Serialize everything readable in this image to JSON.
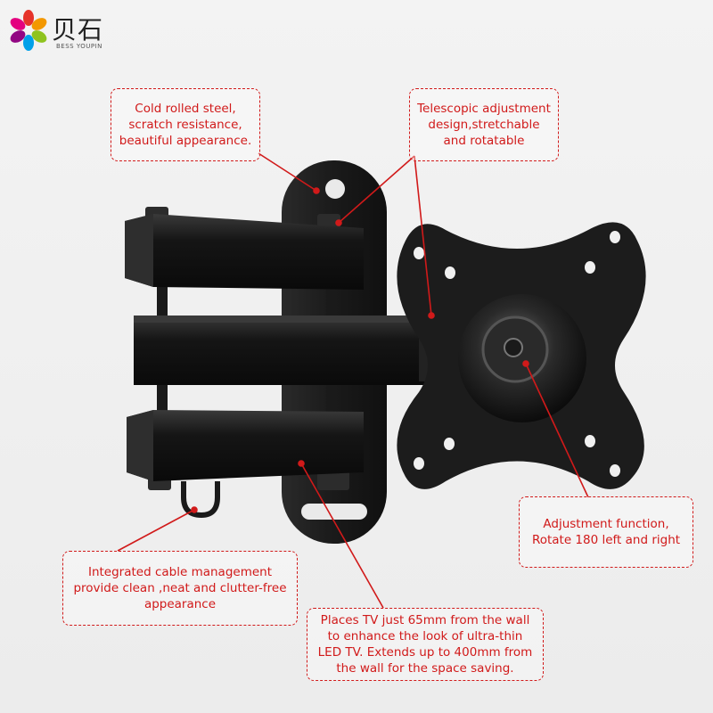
{
  "brand": {
    "name_cn": "贝石",
    "name_en": "BESS YOUPIN",
    "logo_colors": [
      "#e6332a",
      "#f39800",
      "#8fc31f",
      "#00a0e9",
      "#920783",
      "#e4007f"
    ]
  },
  "callouts": {
    "steel": {
      "lines": [
        "Cold rolled steel,",
        "scratch resistance,",
        "beautiful appearance."
      ]
    },
    "telescopic": {
      "lines": [
        "Telescopic adjustment",
        "design,stretchable",
        "and rotatable"
      ]
    },
    "adjustment": {
      "lines": [
        "Adjustment function,",
        "Rotate 180 left and right"
      ]
    },
    "cable": {
      "lines": [
        "Integrated cable management",
        "provide clean ,neat and clutter-free",
        "appearance"
      ]
    },
    "distance": {
      "lines": [
        "Places TV just 65mm from the wall",
        "to enhance the look of ultra-thin",
        "LED TV. Extends up to 400mm from",
        "the wall for the space saving."
      ]
    }
  },
  "colors": {
    "accent": "#d11a1a",
    "metal": "#1c1c1c"
  }
}
